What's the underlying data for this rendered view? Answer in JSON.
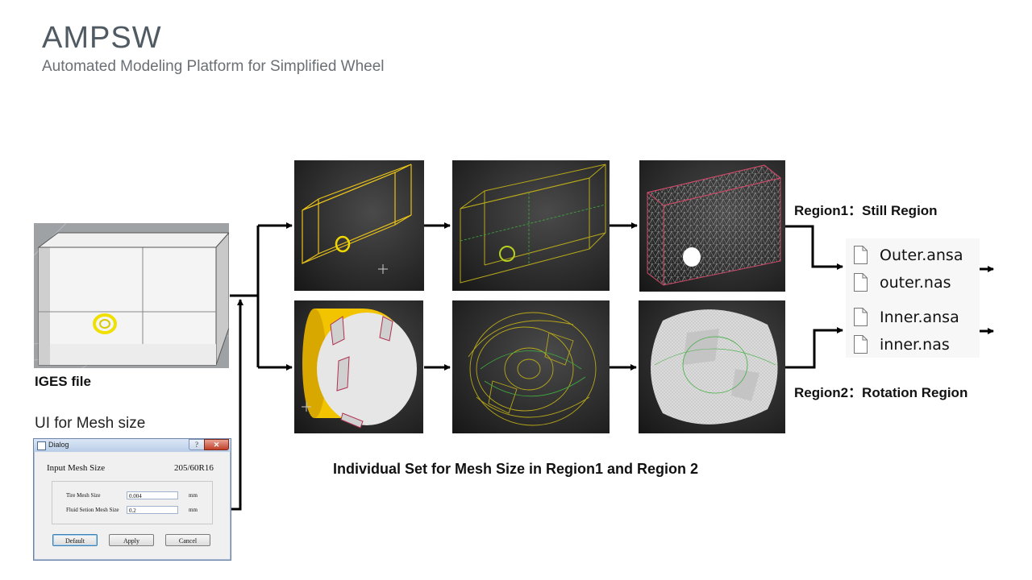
{
  "header": {
    "title": "AMPSW",
    "subtitle": "Automated Modeling Platform for Simplified Wheel"
  },
  "labels": {
    "iges_file": "IGES file",
    "ui_mesh_size": "UI for Mesh size",
    "region1": "Region1：Still Region",
    "region2": "Region2：Rotation Region",
    "individual_set": "Individual Set for Mesh Size in Region1 and Region 2"
  },
  "dialog": {
    "window_title": "Dialog",
    "help_glyph": "?",
    "close_glyph": "✕",
    "heading": "Input Mesh Size",
    "tire_spec": "205/60R16",
    "fields": [
      {
        "label": "Tire Mesh Size",
        "value": "0.004",
        "unit": "mm"
      },
      {
        "label": "Fluid Setion Mesh Size",
        "value": "0.2",
        "unit": "mm"
      }
    ],
    "buttons": {
      "default": "Default",
      "apply": "Apply",
      "cancel": "Cancel"
    }
  },
  "output_files": [
    {
      "name": "Outer.ansa"
    },
    {
      "name": "outer.nas"
    },
    {
      "name": "Inner.ansa"
    },
    {
      "name": "inner.nas"
    }
  ],
  "colors": {
    "title": "#505a62",
    "wireframe_yellow": "#e8c21a",
    "wheel_yellow": "#f2c400",
    "mesh_green": "#3fae3f",
    "dialog_close": "#c0402a"
  }
}
